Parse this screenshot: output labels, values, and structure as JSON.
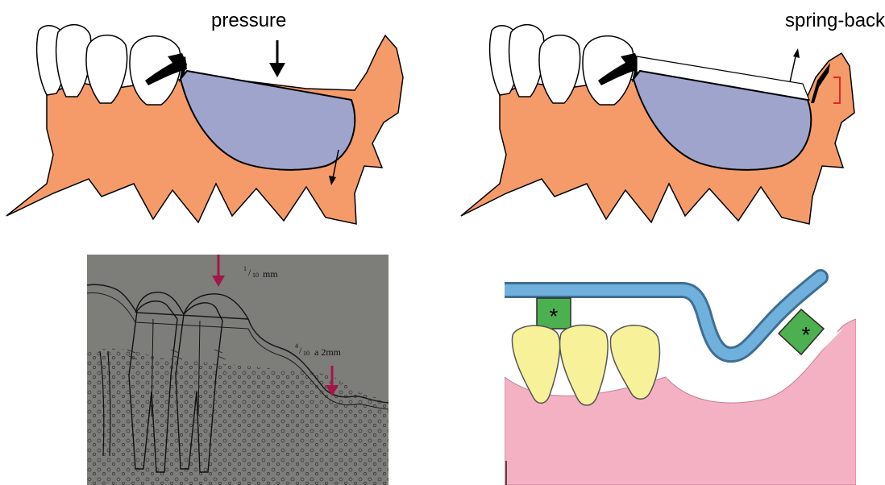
{
  "panels": {
    "pressure_panel": {
      "label": "pressure"
    },
    "springback_panel": {
      "label": "spring-back"
    },
    "histology_panel": {
      "top_label": "1/10 mm",
      "top_numerator": "1",
      "top_denominator": "10",
      "top_unit": "mm",
      "side_label": "4/10 a 2mm",
      "side_numerator": "4",
      "side_denominator": "10",
      "side_rest": "a 2mm"
    },
    "clasp_panel": {
      "marker": "*"
    }
  },
  "colors": {
    "gum": "#f59b6a",
    "denture_base": "#9fa4cc",
    "arrow_red": "#a3164a",
    "bracket_red": "#e0252a",
    "wire_blue": "#6fb1dc",
    "rest_green": "#4caf50",
    "tooth_yellow": "#f7f199",
    "gum_pink": "#f4b1c3",
    "photo_gray": "#7d7d7a"
  }
}
